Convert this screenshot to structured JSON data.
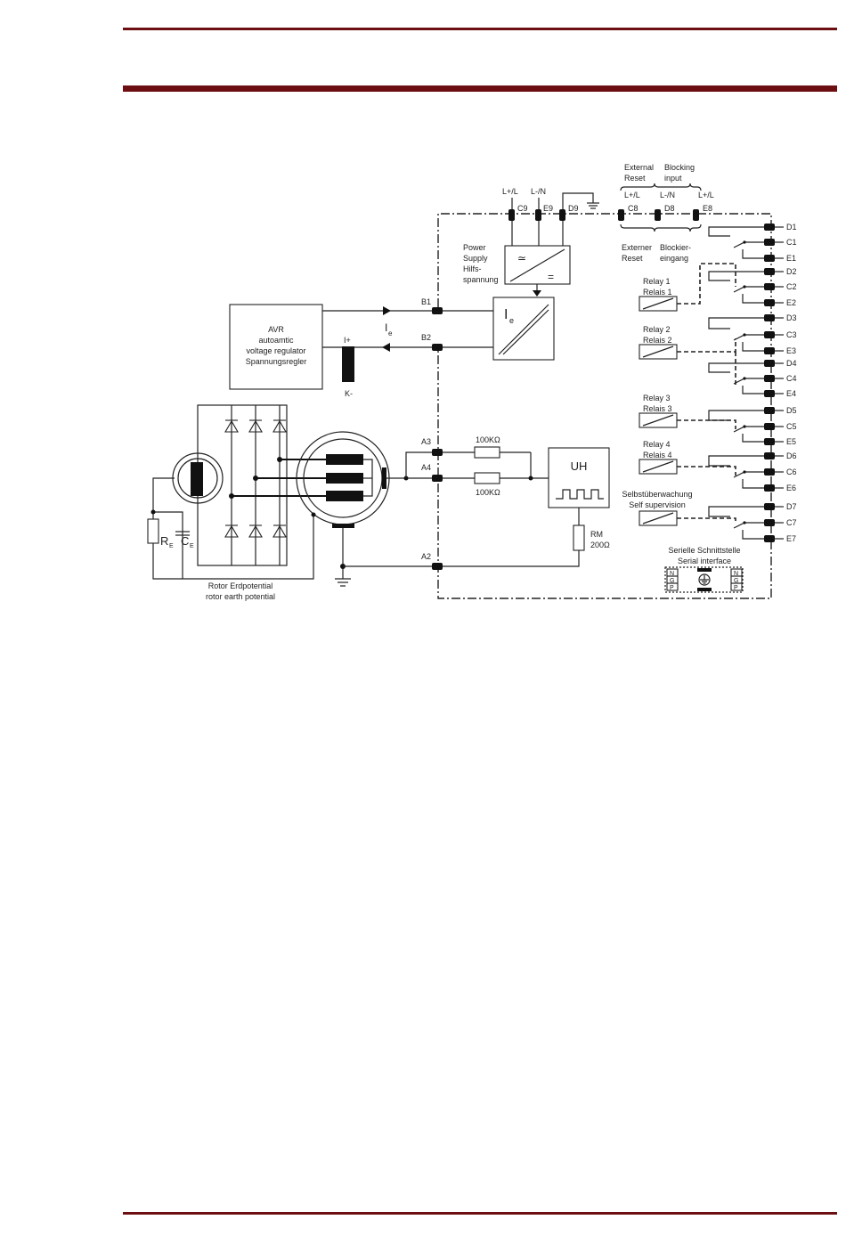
{
  "page": {
    "accent_color": "#6d0f12"
  },
  "top_terminals": {
    "power": [
      {
        "id": "C9",
        "label": "L+/L"
      },
      {
        "id": "E9",
        "label": "L-/N"
      },
      {
        "id": "D9",
        "label": ""
      }
    ],
    "reset_block": [
      {
        "id": "C8",
        "label": "L+/L"
      },
      {
        "id": "D8",
        "label": "L-/N"
      },
      {
        "id": "E8",
        "label": "L+/L"
      }
    ],
    "external_reset_en_1": "External",
    "external_reset_en_2": "Reset",
    "blocking_input_en_1": "Blocking",
    "blocking_input_en_2": "input",
    "external_reset_de_1": "Externer",
    "external_reset_de_2": "Reset",
    "blocking_input_de_1": "Blockier-",
    "blocking_input_de_2": "eingang"
  },
  "power_supply": {
    "line1": "Power",
    "line2": "Supply",
    "line3": "Hilfs-",
    "line4": "spannung",
    "ac_symbol": "≃",
    "dc_symbol": "="
  },
  "current_block": {
    "symbol": "I",
    "subscript": "e"
  },
  "current_arrow_label": {
    "symbol": "I",
    "subscript": "e"
  },
  "avr": {
    "line1": "AVR",
    "line2": "autoamtic",
    "line3": "voltage regulator",
    "line4": "Spannungsregler",
    "plus": "I+",
    "minus": "K-"
  },
  "side_terminals": {
    "B1": "B1",
    "B2": "B2",
    "A3": "A3",
    "A4": "A4",
    "A2": "A2"
  },
  "resistors": {
    "r1": "100KΩ",
    "r2": "100KΩ",
    "rm_1": "RM",
    "rm_2": "200Ω"
  },
  "uh": {
    "label": "UH"
  },
  "rotor": {
    "re_main": "R",
    "re_sub": "E",
    "ce_main": "C",
    "ce_sub": "E",
    "earth_de": "Rotor Erdpotential",
    "earth_en": "rotor earth potential"
  },
  "relays": [
    {
      "en": "Relay 1",
      "de": "Relais 1"
    },
    {
      "en": "Relay 2",
      "de": "Relais 2"
    },
    {
      "en": "Relay 3",
      "de": "Relais 3"
    },
    {
      "en": "Relay 4",
      "de": "Relais 4"
    },
    {
      "en": "Selbstüberwachung",
      "de": "Self supervision"
    }
  ],
  "right_terminals": [
    "D1",
    "C1",
    "E1",
    "D2",
    "C2",
    "E2",
    "D3",
    "C3",
    "E3",
    "D4",
    "C4",
    "E4",
    "D5",
    "C5",
    "E5",
    "D6",
    "C6",
    "E6",
    "D7",
    "C7",
    "E7"
  ],
  "serial": {
    "title_de": "Serielle Schnittstelle",
    "title_en": "Serial interface",
    "pins": [
      "N",
      "G",
      "P"
    ]
  }
}
